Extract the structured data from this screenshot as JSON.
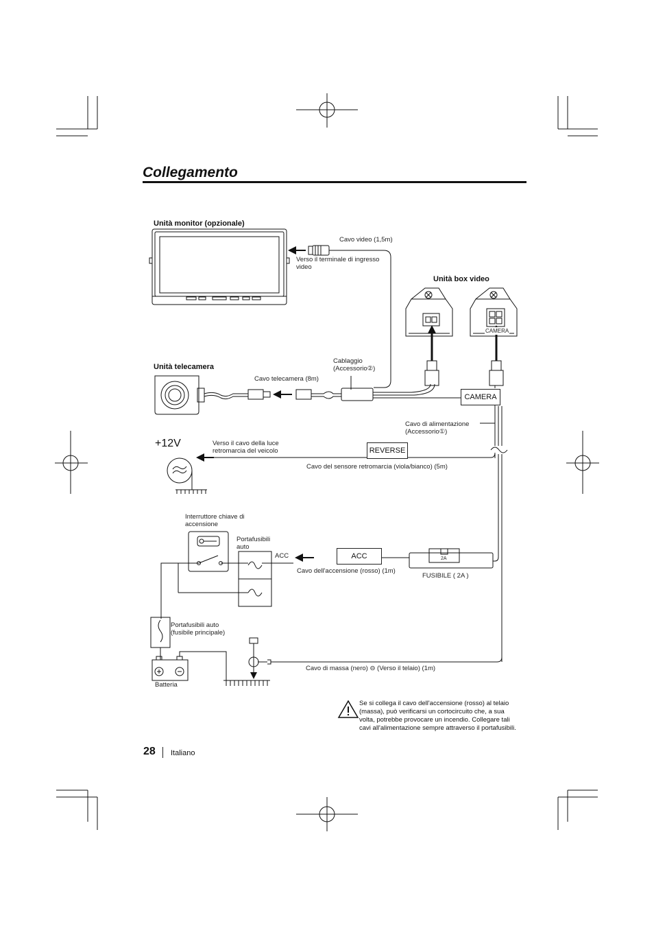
{
  "page": {
    "title": "Collegamento",
    "page_number": "28",
    "language": "Italiano"
  },
  "labels": {
    "monitor_unit": "Unità monitor (opzionale)",
    "video_cable": "Cavo video (1,5m)",
    "to_video_input": "Verso il terminale di ingresso video",
    "video_box_unit": "Unità box video",
    "camera_connector": "CAMERA",
    "camera_unit": "Unità telecamera",
    "wiring_harness": "Cablaggio (Accessorio②)",
    "camera_cable": "Cavo telecamera (8m)",
    "camera_box": "CAMERA",
    "power_cable": "Cavo di alimentazione (Accessorio①)",
    "plus12v": "+12V",
    "to_reverse_light": "Verso il cavo della luce retromarcia del veicolo",
    "reverse_box": "REVERSE",
    "reverse_sensor_cable": "Cavo del sensore retromarcia (viola/bianco) (5m)",
    "ignition_switch": "Interruttore chiave di accensione",
    "car_fuse_holder": "Portafusibili auto",
    "acc_small": "ACC",
    "acc_box": "ACC",
    "ignition_cable": "Cavo dell'accensione (rosso) (1m)",
    "fuse_value": "2A",
    "fuse_label": "FUSIBILE ( 2A )",
    "main_fuse_holder": "Portafusibili auto (fusibile principale)",
    "battery": "Batteria",
    "ground_cable": "Cavo di massa (nero) ⊖ (Verso il telaio) (1m)"
  },
  "warning": {
    "text": "Se si collega il cavo dell'accensione (rosso) al telaio (massa), può verificarsi un cortocircuito che, a sua volta, potrebbe provocare un incendio. Collegare tali cavi all'alimentazione sempre attraverso il portafusibili."
  }
}
